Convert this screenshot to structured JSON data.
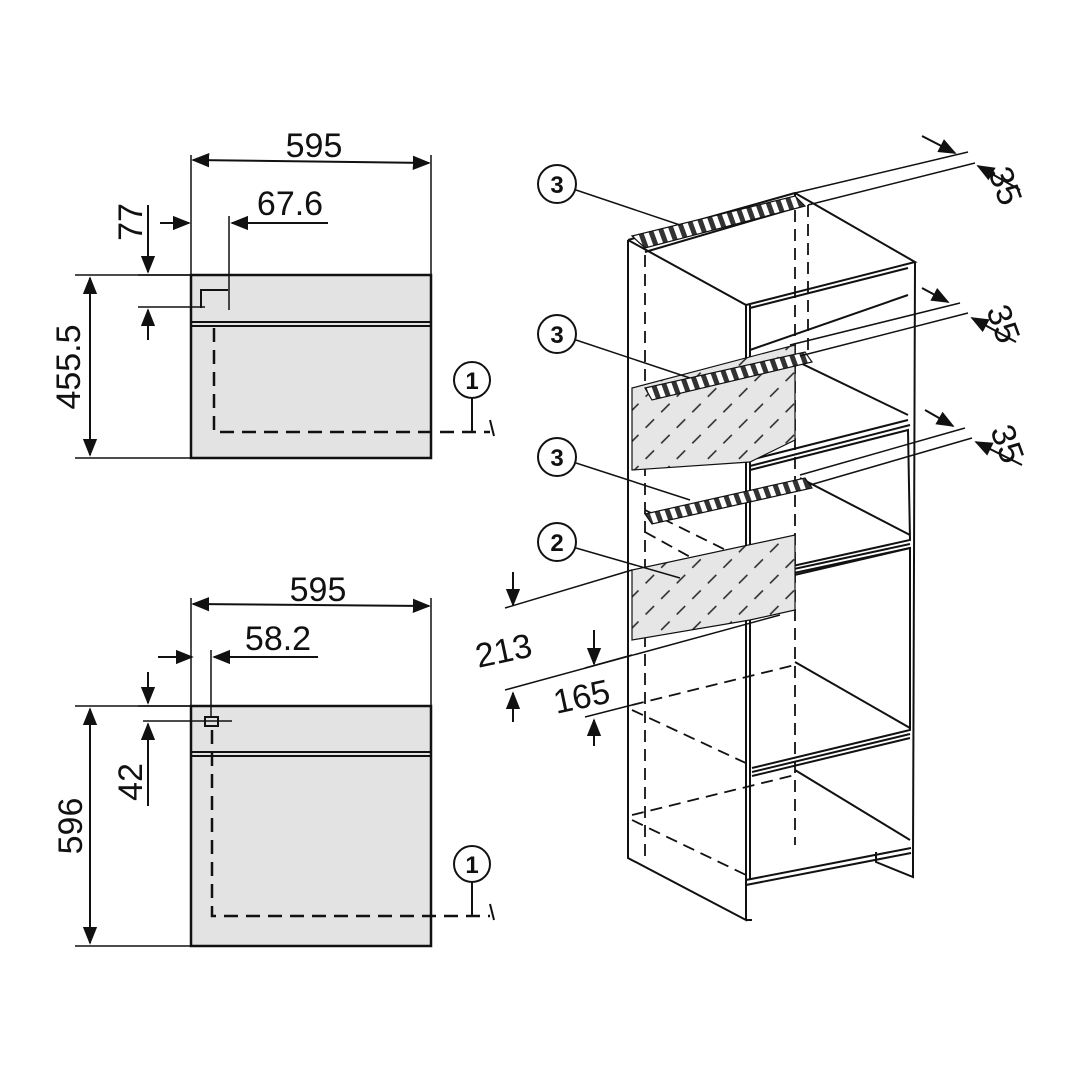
{
  "front_view_top": {
    "width": "595",
    "depth_offset": "67.6",
    "height": "455.5",
    "top_offset": "77",
    "callout": "1"
  },
  "front_view_bottom": {
    "width": "595",
    "depth_offset": "58.2",
    "height": "596",
    "top_offset": "42",
    "callout": "1"
  },
  "cabinet": {
    "gap_top": "35",
    "gap_middle": "35",
    "gap_lower": "35",
    "vent_height_outer": "213",
    "vent_height_inner": "165",
    "callout_grille_top": "3",
    "callout_grille_middle": "3",
    "callout_grille_lower": "3",
    "callout_vent": "2"
  }
}
